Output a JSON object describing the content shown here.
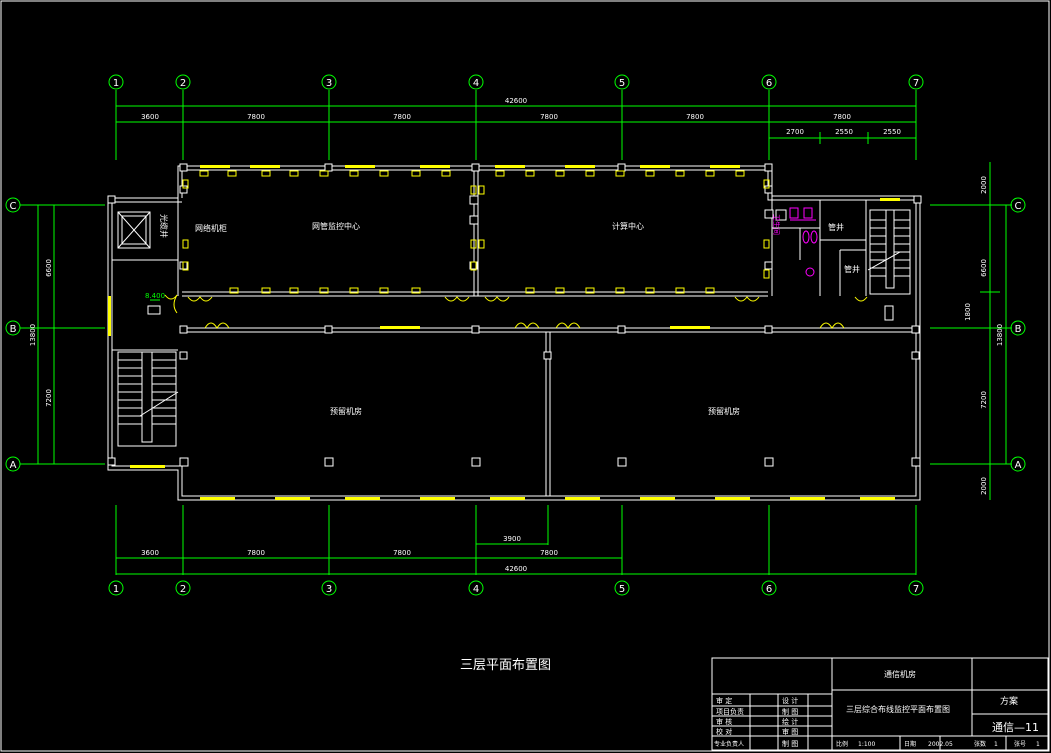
{
  "drawing": {
    "title": "三层平面布置图",
    "axes_top": [
      "1",
      "2",
      "3",
      "4",
      "5",
      "6",
      "7"
    ],
    "axes_bottom": [
      "1",
      "2",
      "3",
      "4",
      "5",
      "6",
      "7"
    ],
    "axes_left": [
      "C",
      "B",
      "A"
    ],
    "axes_right": [
      "C",
      "B",
      "A"
    ],
    "dims_top_total": "42600",
    "dims_top_row": [
      "3600",
      "7800",
      "7800",
      "7800",
      "7800",
      "7800"
    ],
    "dims_top_sub": [
      "2700",
      "2550",
      "2550"
    ],
    "dims_bottom_row": [
      "3600",
      "7800",
      "7800",
      "7800"
    ],
    "dims_bottom_extra": "3900",
    "dims_bottom_total": "42600",
    "dims_left": {
      "total": "13800",
      "upper": "6600",
      "lower": "7200"
    },
    "dims_right": {
      "total": "13800",
      "top": "2000",
      "upper": "6600",
      "mid": "1800",
      "lower": "7200",
      "bottom": "2000"
    },
    "elevation": "8.400",
    "rooms": {
      "network_cabinet": "网络机柜",
      "network_control": "网管监控中心",
      "computing": "计算中心",
      "reserved_left": "预留机房",
      "reserved_right": "预留机房",
      "shaft": "光缆井",
      "pipe_shaft_1": "管井",
      "pipe_shaft_2": "管井",
      "wc": "卫生间"
    }
  },
  "title_block": {
    "project": "通信机房",
    "drawing_name": "三层综合布线监控平面布置图",
    "stage": "方案",
    "number": "通信—11",
    "left_labels": [
      "审 定",
      "项目负责",
      "审 核",
      "校 对",
      "专业负责人"
    ],
    "left_labels2": [
      "设 计",
      "制 图",
      "绘 计",
      "审 图",
      "制 图"
    ],
    "scale_label": "比例",
    "scale": "1:100",
    "date_label": "日期",
    "date": "2002.05",
    "sheet_label": "张数",
    "sheet": "1",
    "page_label": "张号",
    "page": "1"
  },
  "colors": {
    "wall": "#ffffff",
    "dim": "#00ff00",
    "fixture": "#ffff00",
    "magenta": "#ff00ff"
  }
}
